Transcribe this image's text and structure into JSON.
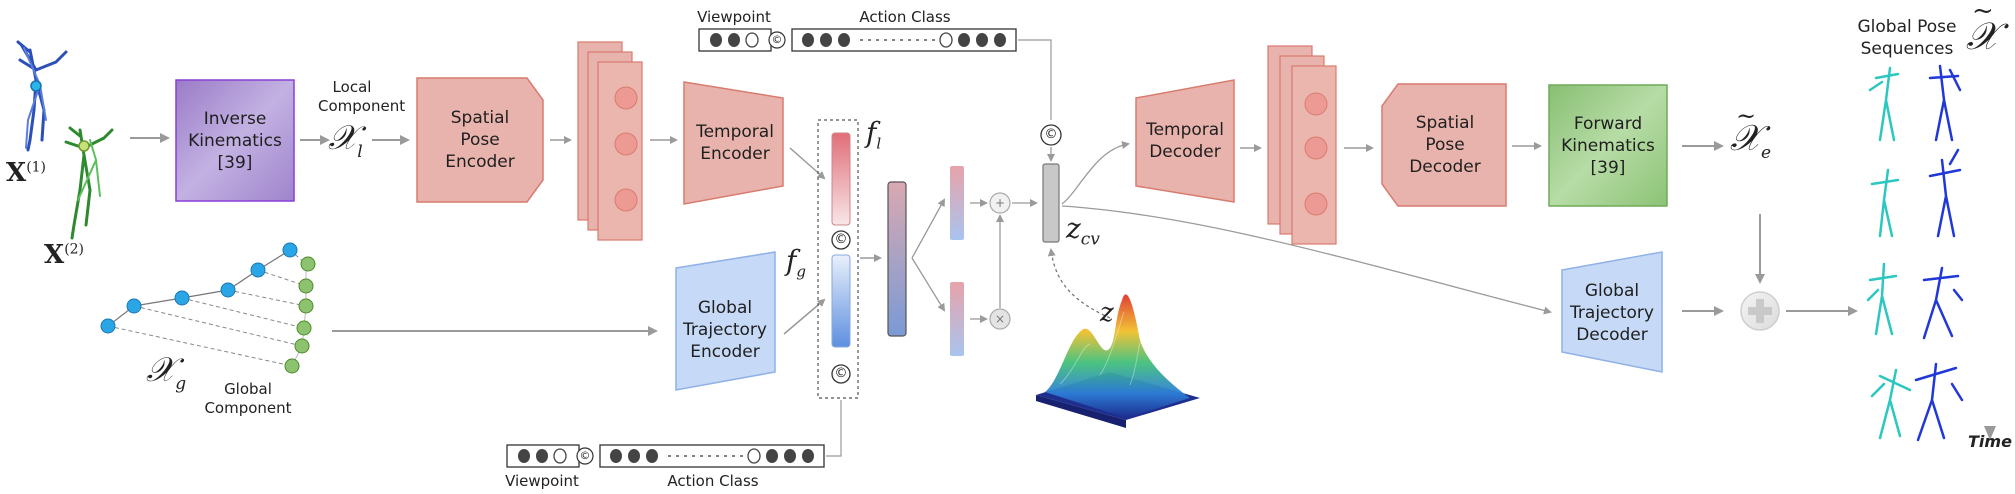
{
  "labels": {
    "x1": "X",
    "x1_sup": "(1)",
    "x2": "X",
    "x2_sup": "(2)",
    "ik": "Inverse Kinematics [39]",
    "local_component": "Local Component",
    "x_l": "𝒳",
    "x_l_sub": "l",
    "spatial_pose_encoder": "Spatial Pose Encoder",
    "temporal_encoder": "Temporal Encoder",
    "global_trajectory_encoder": "Global Trajectory Encoder",
    "f_l": "f",
    "f_l_sub": "l",
    "f_g": "f",
    "f_g_sub": "g",
    "concat_symbol": "©",
    "plus_symbol": "+",
    "times_symbol": "×",
    "z_cv": "z",
    "z_cv_sub": "cv",
    "z": "z",
    "temporal_decoder": "Temporal Decoder",
    "spatial_pose_decoder": "Spatial Pose Decoder",
    "forward_kinematics": "Forward Kinematics [39]",
    "x_e": "𝒳",
    "x_e_tilde": "~",
    "x_e_sub": "e",
    "global_trajectory_decoder": "Global Trajectory Decoder",
    "global_pose_sequences": "Global Pose Sequences",
    "x_tilde": "𝒳",
    "time": "Time",
    "x_g": "𝒳",
    "x_g_sub": "g",
    "global_component": "Global Component",
    "viewpoint_top": "Viewpoint",
    "action_class_top": "Action Class",
    "viewpoint_bottom": "Viewpoint",
    "action_class_bottom": "Action Class"
  },
  "colors": {
    "ik_fill": "#a68bd0",
    "ik_border": "#8a3fd8",
    "encoder_fill": "#e8b3ac",
    "encoder_border": "#d97b6f",
    "node_fill": "#ee9a94",
    "trajectory_fill": "#c6d9f6",
    "trajectory_border": "#8fb1e8",
    "fk_fill": "#9fcc8c",
    "fk_border": "#6fab58",
    "arrow": "#999999",
    "joint_blue": "#2aa6e6",
    "joint_green": "#8dc26e"
  }
}
